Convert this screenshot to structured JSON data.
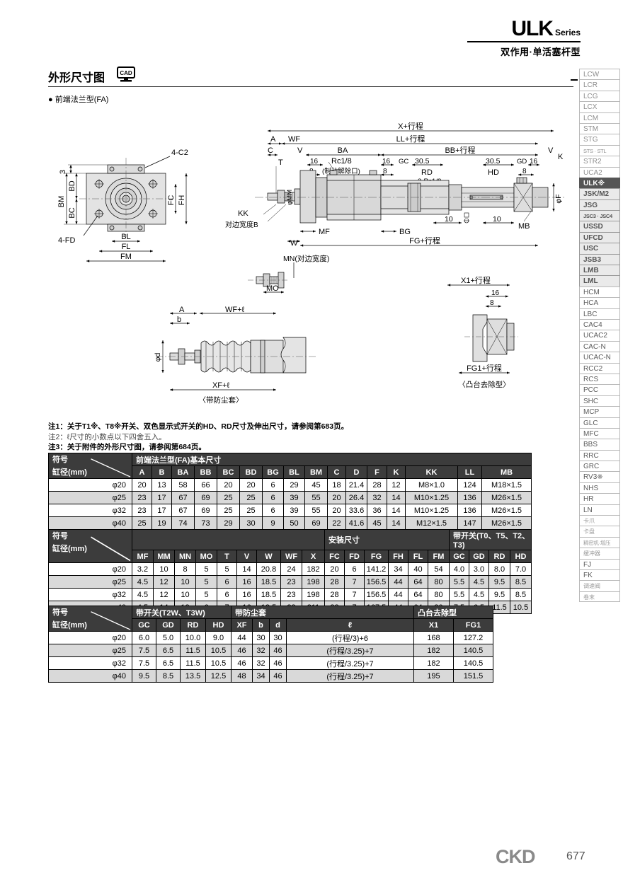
{
  "header": {
    "title": "ULK",
    "series": "Series",
    "subtitle": "双作用·单活塞杆型"
  },
  "section": {
    "title": "外形尺寸图",
    "cad_icon": "cad-monitor-icon",
    "variant": "● 前端法兰型(FA)"
  },
  "sidebar": {
    "items": [
      {
        "label": "LCW",
        "style": "g1"
      },
      {
        "label": "LCR",
        "style": "g1"
      },
      {
        "label": "LCG",
        "style": "g1"
      },
      {
        "label": "LCX",
        "style": "g1"
      },
      {
        "label": "LCM",
        "style": "g1"
      },
      {
        "label": "STM",
        "style": "g1"
      },
      {
        "label": "STG",
        "style": "g1"
      },
      {
        "label": "STS · STL",
        "style": "small"
      },
      {
        "label": "STR2",
        "style": "g1"
      },
      {
        "label": "UCA2",
        "style": "g1"
      },
      {
        "label": "ULK※",
        "style": "active"
      },
      {
        "label": "JSK/M2",
        "style": "g2"
      },
      {
        "label": "JSG",
        "style": "g2"
      },
      {
        "label": "JSC3 · JSC4",
        "style": "small g2"
      },
      {
        "label": "USSD",
        "style": "g2"
      },
      {
        "label": "UFCD",
        "style": "g2"
      },
      {
        "label": "USC",
        "style": "g2"
      },
      {
        "label": "JSB3",
        "style": "g2"
      },
      {
        "label": "LMB",
        "style": "g2"
      },
      {
        "label": "LML",
        "style": "g2"
      },
      {
        "label": "HCM",
        "style": "g3"
      },
      {
        "label": "HCA",
        "style": "g3"
      },
      {
        "label": "LBC",
        "style": "g3"
      },
      {
        "label": "CAC4",
        "style": "g3"
      },
      {
        "label": "UCAC2",
        "style": "g3"
      },
      {
        "label": "CAC-N",
        "style": "g3"
      },
      {
        "label": "UCAC-N",
        "style": "g3"
      },
      {
        "label": "RCC2",
        "style": "g3"
      },
      {
        "label": "RCS",
        "style": "g3"
      },
      {
        "label": "PCC",
        "style": "g3"
      },
      {
        "label": "SHC",
        "style": "g3"
      },
      {
        "label": "MCP",
        "style": "g3"
      },
      {
        "label": "GLC",
        "style": "g3"
      },
      {
        "label": "MFC",
        "style": "g3"
      },
      {
        "label": "BBS",
        "style": "g3"
      },
      {
        "label": "RRC",
        "style": "g3"
      },
      {
        "label": "GRC",
        "style": "g3"
      },
      {
        "label": "RV3※",
        "style": "g3"
      },
      {
        "label": "NHS",
        "style": "g3"
      },
      {
        "label": "HR",
        "style": "g3"
      },
      {
        "label": "LN",
        "style": "g3"
      },
      {
        "label": "卡爪",
        "style": "cn"
      },
      {
        "label": "卡盘",
        "style": "cn"
      },
      {
        "label": "精密机·增压",
        "style": "cn small"
      },
      {
        "label": "缓冲器",
        "style": "cn"
      },
      {
        "label": "FJ",
        "style": "g3"
      },
      {
        "label": "FK",
        "style": "g3"
      },
      {
        "label": "调速阀",
        "style": "cn"
      },
      {
        "label": "卷末",
        "style": "cn"
      }
    ]
  },
  "drawing": {
    "labels": {
      "four_c2": "4-C2",
      "four_fd": "4-FD",
      "bm": "BM",
      "bd": "BD",
      "bc": "BC",
      "fc": "FC",
      "fh": "FH",
      "bl": "BL",
      "fl": "FL",
      "fm": "FM",
      "three": "3",
      "x_stroke": "X+行程",
      "ll_stroke": "LL+行程",
      "bb_stroke": "BB+行程",
      "fg_stroke": "FG+行程",
      "x1_stroke": "X1+行程",
      "fg1_stroke": "FG1+行程",
      "ba": "BA",
      "a": "A",
      "b": "B",
      "c": "C",
      "t": "T",
      "v": "V",
      "k": "K",
      "w": "W",
      "wf": "WF",
      "mf": "MF",
      "bg": "BG",
      "mb": "MB",
      "gc": "GC",
      "gd": "GD",
      "rd": "RD",
      "hd": "HD",
      "d16": "16",
      "d8": "8",
      "d10": "10",
      "d305": "30.5",
      "rc18": "Rc1/8",
      "brake_port": "(制动解除口)",
      "two_rc18": "2-Rc1/8",
      "kk": "KK",
      "width_b": "对边宽度B",
      "phi_mm": "φMM",
      "phi_f": "φF",
      "phi_d": "φd",
      "mn": "MN(对边宽度)",
      "mo": "MO",
      "wf_l": "WF+ℓ",
      "xf_l": "XF+ℓ",
      "small_a": "A",
      "small_b": "b",
      "caption_bellows": "〈带防尘套〉",
      "caption_boss": "〈凸台去除型〉"
    }
  },
  "notes": [
    {
      "tag": "注1：",
      "text": "关于T1※、T8※开关、双色显示式开关的HD、RD尺寸及伸出尺寸，请参阅第683页。",
      "bold": true
    },
    {
      "tag": "注2：",
      "text": "ℓ尺寸的小数点以下四舍五入。",
      "bold": false
    },
    {
      "tag": "注3：",
      "text": "关于附件的外形尺寸图，请参阅第684页。",
      "bold": true
    }
  ],
  "tables": {
    "t1": {
      "corner_top": "符号",
      "corner_bottom": "缸径(mm)",
      "group_title": "前端法兰型(FA)基本尺寸",
      "columns": [
        "A",
        "B",
        "BA",
        "BB",
        "BC",
        "BD",
        "BG",
        "BL",
        "BM",
        "C",
        "D",
        "F",
        "K",
        "KK",
        "LL",
        "MB"
      ],
      "rows": [
        {
          "size": "φ20",
          "values": [
            "20",
            "13",
            "58",
            "66",
            "20",
            "20",
            "6",
            "29",
            "45",
            "18",
            "21.4",
            "28",
            "12",
            "M8×1.0",
            "124",
            "M18×1.5"
          ]
        },
        {
          "size": "φ25",
          "values": [
            "23",
            "17",
            "67",
            "69",
            "25",
            "25",
            "6",
            "39",
            "55",
            "20",
            "26.4",
            "32",
            "14",
            "M10×1.25",
            "136",
            "M26×1.5"
          ]
        },
        {
          "size": "φ32",
          "values": [
            "23",
            "17",
            "67",
            "69",
            "25",
            "25",
            "6",
            "39",
            "55",
            "20",
            "33.6",
            "36",
            "14",
            "M10×1.25",
            "136",
            "M26×1.5"
          ]
        },
        {
          "size": "φ40",
          "values": [
            "25",
            "19",
            "74",
            "73",
            "29",
            "30",
            "9",
            "50",
            "69",
            "22",
            "41.6",
            "45",
            "14",
            "M12×1.5",
            "147",
            "M26×1.5"
          ]
        }
      ]
    },
    "t2": {
      "corner_top": "符号",
      "corner_bottom": "缸径(mm)",
      "group_blank": "",
      "group_mount": "安装尺寸",
      "group_switch": "带开关(T0、T5、T2、T3)",
      "columns": [
        "MF",
        "MM",
        "MN",
        "MO",
        "T",
        "V",
        "W",
        "WF",
        "X",
        "FC",
        "FD",
        "FG",
        "FH",
        "FL",
        "FM",
        "GC",
        "GD",
        "RD",
        "HD"
      ],
      "rows": [
        {
          "size": "φ20",
          "values": [
            "3.2",
            "10",
            "8",
            "5",
            "5",
            "14",
            "20.8",
            "24",
            "182",
            "20",
            "6",
            "141.2",
            "34",
            "40",
            "54",
            "4.0",
            "3.0",
            "8.0",
            "7.0"
          ]
        },
        {
          "size": "φ25",
          "values": [
            "4.5",
            "12",
            "10",
            "5",
            "6",
            "16",
            "18.5",
            "23",
            "198",
            "28",
            "7",
            "156.5",
            "44",
            "64",
            "80",
            "5.5",
            "4.5",
            "9.5",
            "8.5"
          ]
        },
        {
          "size": "φ32",
          "values": [
            "4.5",
            "12",
            "10",
            "5",
            "6",
            "16",
            "18.5",
            "23",
            "198",
            "28",
            "7",
            "156.5",
            "44",
            "64",
            "80",
            "5.5",
            "4.5",
            "9.5",
            "8.5"
          ]
        },
        {
          "size": "φ40",
          "values": [
            "4.5",
            "14",
            "12",
            "6",
            "7",
            "16",
            "18.5",
            "23",
            "211",
            "28",
            "7",
            "167.5",
            "44",
            "64",
            "80",
            "7.5",
            "6.5",
            "11.5",
            "10.5"
          ]
        }
      ]
    },
    "t3": {
      "corner_top": "符号",
      "corner_bottom": "缸径(mm)",
      "group_switch": "带开关(T2W、T3W)",
      "group_bellows": "带防尘套",
      "group_boss": "凸台去除型",
      "columns": [
        "GC",
        "GD",
        "RD",
        "HD",
        "XF",
        "b",
        "d",
        "ℓ",
        "X1",
        "FG1"
      ],
      "rows": [
        {
          "size": "φ20",
          "values": [
            "6.0",
            "5.0",
            "10.0",
            "9.0",
            "44",
            "30",
            "30",
            "(行程/3)+6",
            "168",
            "127.2"
          ]
        },
        {
          "size": "φ25",
          "values": [
            "7.5",
            "6.5",
            "11.5",
            "10.5",
            "46",
            "32",
            "46",
            "(行程/3.25)+7",
            "182",
            "140.5"
          ]
        },
        {
          "size": "φ32",
          "values": [
            "7.5",
            "6.5",
            "11.5",
            "10.5",
            "46",
            "32",
            "46",
            "(行程/3.25)+7",
            "182",
            "140.5"
          ]
        },
        {
          "size": "φ40",
          "values": [
            "9.5",
            "8.5",
            "13.5",
            "12.5",
            "48",
            "34",
            "46",
            "(行程/3.25)+7",
            "195",
            "151.5"
          ]
        }
      ]
    }
  },
  "footer": {
    "logo": "CKD",
    "page": "677"
  }
}
